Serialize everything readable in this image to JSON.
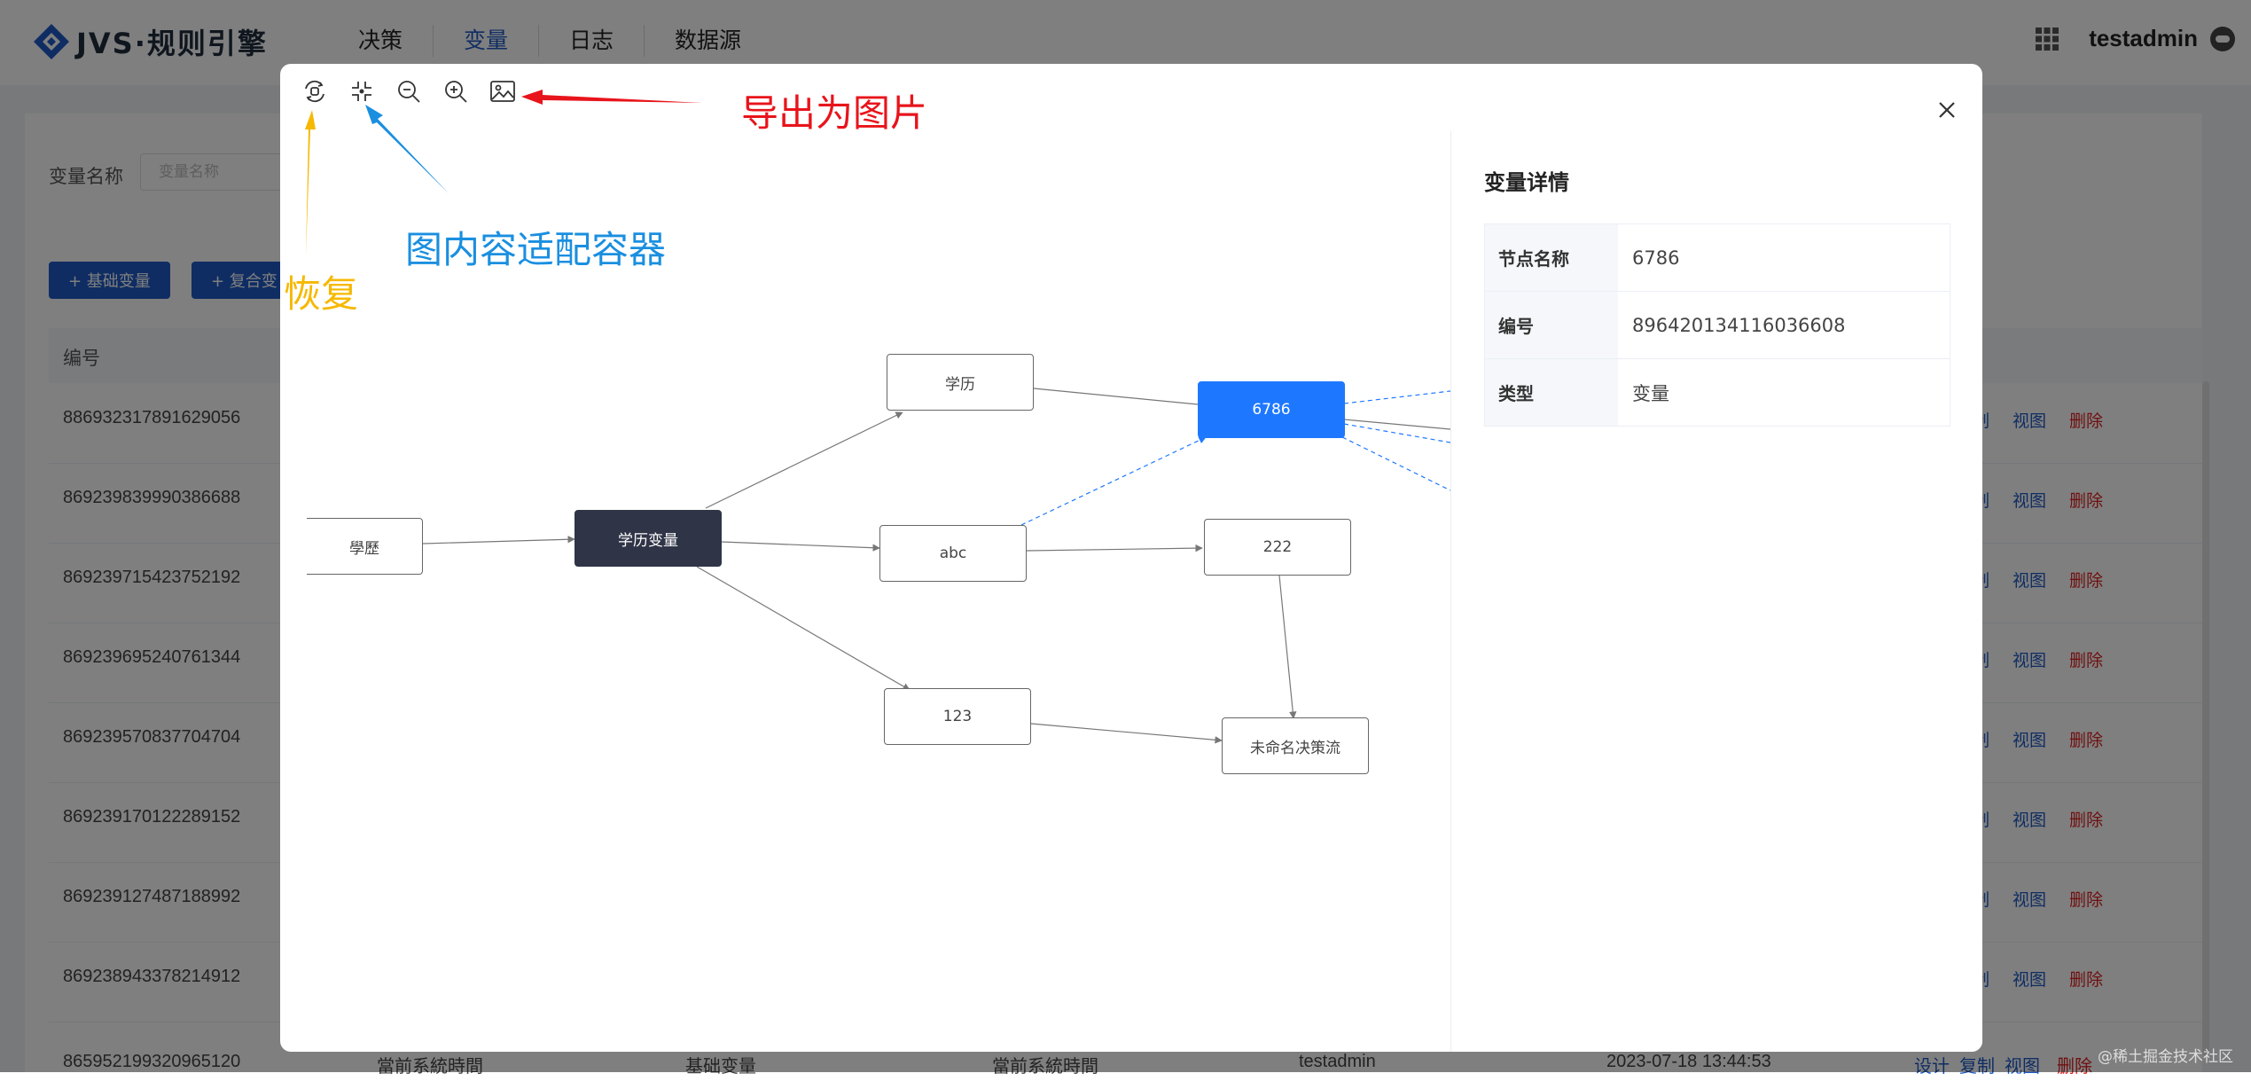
{
  "header": {
    "logo_text": "JVS·规则引擎",
    "nav": [
      {
        "label": "决策",
        "active": false
      },
      {
        "label": "变量",
        "active": true
      },
      {
        "label": "日志",
        "active": false
      },
      {
        "label": "数据源",
        "active": false
      }
    ],
    "user_name": "testadmin"
  },
  "page": {
    "filter_label": "变量名称",
    "filter_placeholder": "变量名称",
    "buttons": [
      "+ 基础变量",
      "+ 复合变"
    ],
    "table_header_id": "编号",
    "rows": [
      "886932317891629056",
      "869239839990386688",
      "869239715423752192",
      "869239695240761344",
      "869239570837704704",
      "869239170122289152",
      "869239127487188992",
      "869238943378214912"
    ],
    "row_actions": [
      "制",
      "视图",
      "删除"
    ],
    "last_row": {
      "id": "865952199320965120",
      "name": "當前系統時間",
      "type": "基础变量",
      "desc": "當前系統時間",
      "user": "testadmin",
      "time": "2023-07-18 13:44:53",
      "actions": [
        "设计",
        "复制",
        "视图",
        "删除"
      ]
    }
  },
  "dialog": {
    "toolbar": [
      {
        "icon": "restore-icon",
        "title": "恢复"
      },
      {
        "icon": "fit-icon",
        "title": "图内容适配容器"
      },
      {
        "icon": "zoom-out-icon",
        "title": "缩小"
      },
      {
        "icon": "zoom-in-icon",
        "title": "放大"
      },
      {
        "icon": "image-export-icon",
        "title": "导出为图片"
      }
    ],
    "nodes": {
      "n1": "學歷",
      "n2": "学历变量",
      "n3": "学历",
      "n4": "abc",
      "n5": "123",
      "n6": "6786",
      "n7": "222",
      "n8": "未命名决策流"
    },
    "panel_title": "变量详情",
    "details": [
      {
        "label": "节点名称",
        "value": "6786"
      },
      {
        "label": "编号",
        "value": "896420134116036608"
      },
      {
        "label": "类型",
        "value": "变量"
      }
    ]
  },
  "annotations": {
    "red": "导出为图片",
    "blue": "图内容适配容器",
    "yellow": "恢复"
  },
  "watermark": "@稀土掘金技术社区",
  "colors": {
    "accent": "#1e5bc6",
    "node_dark": "#2f3447",
    "node_selected": "#1e78ff",
    "anno_red": "#e8141b",
    "anno_blue": "#1a8fe0",
    "anno_yellow": "#f6b800"
  }
}
